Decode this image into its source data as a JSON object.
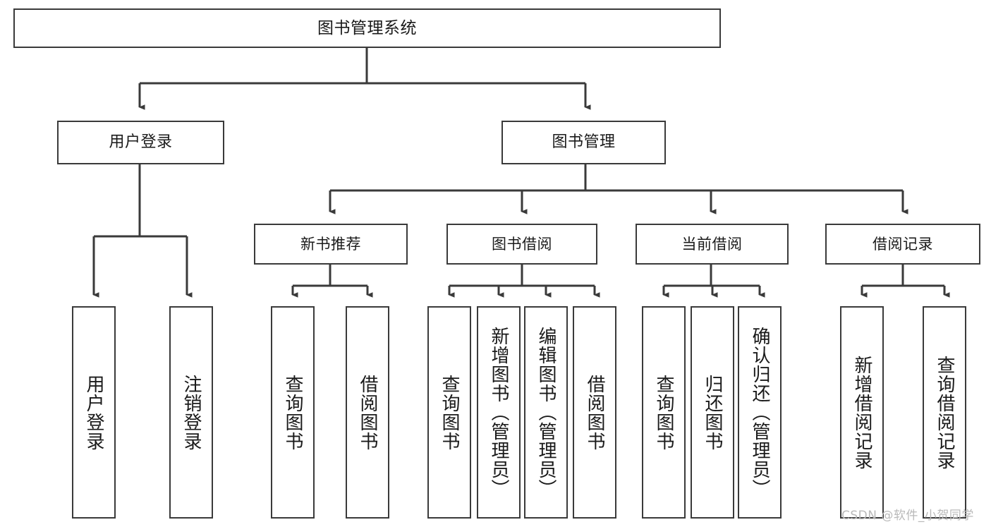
{
  "diagram": {
    "title": "图书管理系统",
    "type": "hierarchy-tree",
    "stroke_color": "#3a3a3a",
    "background_color": "#ffffff",
    "nodes": {
      "root": {
        "label": "图书管理系统"
      },
      "level1": [
        {
          "label": "用户登录"
        },
        {
          "label": "图书管理"
        }
      ],
      "level2": [
        {
          "label": "新书推荐"
        },
        {
          "label": "图书借阅"
        },
        {
          "label": "当前借阅"
        },
        {
          "label": "借阅记录"
        }
      ],
      "leaves_user_login": [
        {
          "label": "用户登录"
        },
        {
          "label": "注销登录"
        }
      ],
      "leaves_new_book": [
        {
          "label": "查询图书"
        },
        {
          "label": "借阅图书"
        }
      ],
      "leaves_borrow": [
        {
          "label": "查询图书"
        },
        {
          "label": "新增图书（管理员）"
        },
        {
          "label": "编辑图书（管理员）"
        },
        {
          "label": "借阅图书"
        }
      ],
      "leaves_current": [
        {
          "label": "查询图书"
        },
        {
          "label": "归还图书"
        },
        {
          "label": "确认归还（管理员）"
        }
      ],
      "leaves_records": [
        {
          "label": "新增借阅记录"
        },
        {
          "label": "查询借阅记录"
        }
      ]
    },
    "watermark": "CSDN @软件_小贺同学"
  }
}
